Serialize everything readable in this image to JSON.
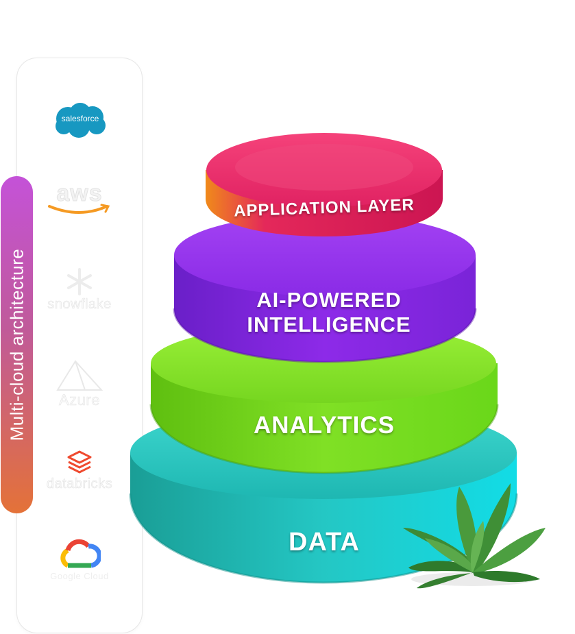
{
  "sidebar": {
    "title": "Multi-cloud architecture",
    "logos": [
      {
        "name": "salesforce",
        "text": "salesforce",
        "icon": "salesforce-cloud-icon",
        "color": "#1798c1"
      },
      {
        "name": "aws",
        "text": "aws",
        "icon": "aws-smile-icon",
        "color": "#f59a23"
      },
      {
        "name": "snowflake",
        "text": "snowflake",
        "icon": "snowflake-icon",
        "color": "#efefef"
      },
      {
        "name": "azure",
        "text": "Azure",
        "icon": "azure-triangle-icon",
        "color": "#efefef"
      },
      {
        "name": "databricks",
        "text": "databricks",
        "icon": "databricks-layers-icon",
        "color": "#ef4a2f"
      },
      {
        "name": "google-cloud",
        "text": "Google Cloud",
        "icon": "google-cloud-icon",
        "color": "#4285f4"
      }
    ]
  },
  "tiers": [
    {
      "label": "APPLICATION LAYER",
      "color": "#e2245a"
    },
    {
      "label_line1": "AI-POWERED",
      "label_line2": "INTELLIGENCE",
      "color": "#8c27e0"
    },
    {
      "label": "ANALYTICS",
      "color": "#7fd921"
    },
    {
      "label": "DATA",
      "color": "#23c6c4"
    }
  ],
  "decoration": {
    "icon": "succulent-plant-icon"
  }
}
